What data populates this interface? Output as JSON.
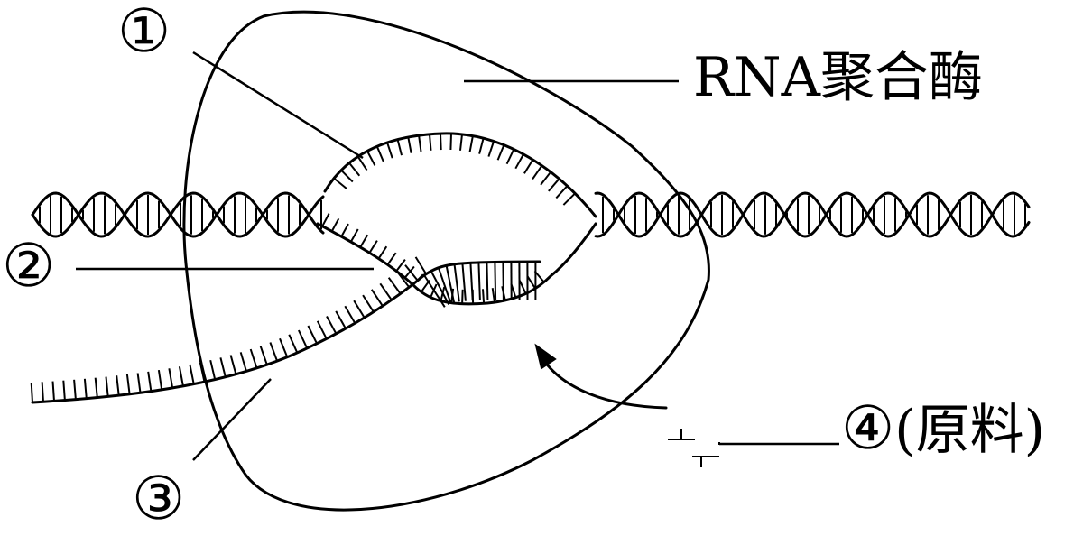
{
  "labels": {
    "one": "①",
    "two": "②",
    "three": "③",
    "four": "④",
    "enzyme": "RNA聚合酶",
    "raw_open": "(",
    "raw": "原料",
    "raw_close": ")"
  },
  "icons": {
    "dna": "double-helix",
    "rna": "rna-strand",
    "nucleotide": "free-nucleotide"
  }
}
